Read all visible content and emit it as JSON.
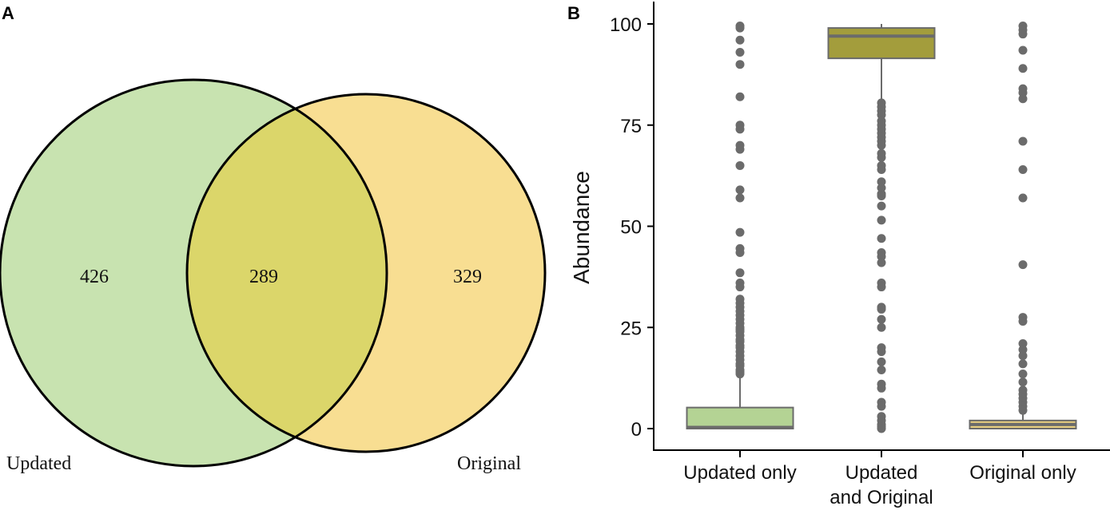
{
  "panels": {
    "a": {
      "label": "A"
    },
    "b": {
      "label": "B"
    }
  },
  "colors": {
    "updated_fill": "#c8e3b0",
    "original_fill": "#f8de92",
    "overlap_fill": "#dbd66a",
    "box_updated_only": "#b4d394",
    "box_both": "#a39d3c",
    "box_original_only": "#e6cd7e",
    "outlier": "#6b6b6b",
    "box_stroke": "#6b6b6b"
  },
  "chart_data": [
    {
      "type": "venn",
      "title": "",
      "sets": [
        {
          "name": "Updated",
          "only": 426
        },
        {
          "name": "Original",
          "only": 329
        }
      ],
      "intersection": 289,
      "labels": {
        "left_count": "426",
        "center_count": "289",
        "right_count": "329",
        "left_set": "Updated",
        "right_set": "Original"
      }
    },
    {
      "type": "box",
      "title": "",
      "xlabel": "",
      "ylabel": "Abundance",
      "ylim": [
        -5,
        105
      ],
      "yticks": [
        0,
        25,
        50,
        75,
        100
      ],
      "yticks_labels": [
        "0",
        "25",
        "50",
        "75",
        "100"
      ],
      "categories": [
        "Updated only",
        "Updated and Original",
        "Original only"
      ],
      "category_labels": [
        [
          "Updated only"
        ],
        [
          "Updated",
          "and Original"
        ],
        [
          "Original only"
        ]
      ],
      "grid": false,
      "boxes": [
        {
          "category": "Updated only",
          "q1": 0,
          "median": 0.3,
          "q3": 5.2,
          "whisker_low": 0,
          "whisker_high": 13,
          "outliers": [
            99.5,
            99,
            96,
            93,
            90,
            82,
            75,
            74,
            70,
            69,
            65,
            59,
            57,
            48.5,
            44.5,
            43.5,
            38.5,
            36,
            35,
            32,
            31,
            30,
            29,
            28,
            27,
            26,
            25,
            24.5,
            24,
            23,
            22,
            21.5,
            20.5,
            20,
            19,
            18,
            17,
            16,
            15.5,
            14.5,
            14,
            13.5
          ]
        },
        {
          "category": "Updated and Original",
          "q1": 91.5,
          "median": 97,
          "q3": 99,
          "whisker_low": 81,
          "whisker_high": 100,
          "outliers": [
            80.5,
            79.5,
            78.5,
            77.5,
            76,
            75,
            74,
            73,
            72,
            71,
            70,
            68,
            67,
            65,
            64,
            61,
            59.5,
            58,
            57.5,
            55,
            51.5,
            47,
            43.5,
            42.5,
            41,
            36,
            35,
            30,
            29.5,
            27,
            25,
            20,
            19,
            16.5,
            14.5,
            11,
            10,
            6.5,
            5.5,
            3,
            2,
            1,
            0.5,
            0
          ]
        },
        {
          "category": "Original only",
          "q1": 0,
          "median": 1,
          "q3": 2,
          "whisker_low": 0,
          "whisker_high": 4,
          "outliers": [
            99.5,
            98.5,
            97.5,
            93.5,
            89,
            84,
            83,
            81.5,
            71,
            64,
            57,
            40.5,
            27.5,
            26.5,
            21,
            19.5,
            18,
            16,
            13.5,
            11.5,
            9.5,
            8.5,
            7.5,
            6.5,
            5.5,
            4.5
          ]
        }
      ]
    }
  ]
}
